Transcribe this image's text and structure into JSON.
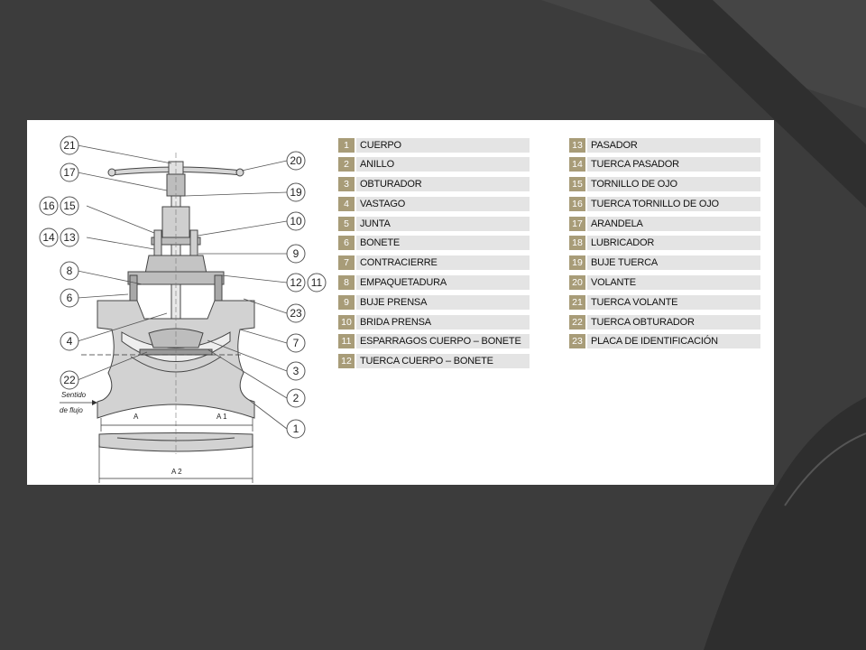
{
  "diagram": {
    "flow_label_line1": "Sentido",
    "flow_label_line2": "de flujo",
    "dim_a": "A",
    "dim_a1": "A 1",
    "dim_a2": "A 2",
    "callouts": [
      "21",
      "17",
      "16",
      "15",
      "14",
      "13",
      "8",
      "6",
      "4",
      "22",
      "20",
      "19",
      "10",
      "9",
      "12",
      "11",
      "23",
      "7",
      "3",
      "2",
      "1"
    ]
  },
  "parts_left": [
    {
      "num": "1",
      "name": "CUERPO"
    },
    {
      "num": "2",
      "name": "ANILLO"
    },
    {
      "num": "3",
      "name": "OBTURADOR"
    },
    {
      "num": "4",
      "name": "VASTAGO"
    },
    {
      "num": "5",
      "name": "JUNTA"
    },
    {
      "num": "6",
      "name": "BONETE"
    },
    {
      "num": "7",
      "name": "CONTRACIERRE"
    },
    {
      "num": "8",
      "name": "EMPAQUETADURA"
    },
    {
      "num": "9",
      "name": "BUJE PRENSA"
    },
    {
      "num": "10",
      "name": "BRIDA PRENSA"
    },
    {
      "num": "11",
      "name": "ESPARRAGOS CUERPO – BONETE"
    },
    {
      "num": "12",
      "name": "TUERCA CUERPO – BONETE"
    }
  ],
  "parts_right": [
    {
      "num": "13",
      "name": "PASADOR"
    },
    {
      "num": "14",
      "name": "TUERCA PASADOR"
    },
    {
      "num": "15",
      "name": "TORNILLO DE OJO"
    },
    {
      "num": "16",
      "name": "TUERCA TORNILLO DE OJO"
    },
    {
      "num": "17",
      "name": "ARANDELA"
    },
    {
      "num": "18",
      "name": "LUBRICADOR"
    },
    {
      "num": "19",
      "name": "BUJE TUERCA"
    },
    {
      "num": "20",
      "name": "VOLANTE"
    },
    {
      "num": "21",
      "name": "TUERCA VOLANTE"
    },
    {
      "num": "22",
      "name": "TUERCA OBTURADOR"
    },
    {
      "num": "23",
      "name": "PLACA DE IDENTIFICACIÓN"
    }
  ],
  "colors": {
    "background": "#3c3c3c",
    "number_tag": "#a89c78",
    "name_bar": "#e4e4e4"
  }
}
